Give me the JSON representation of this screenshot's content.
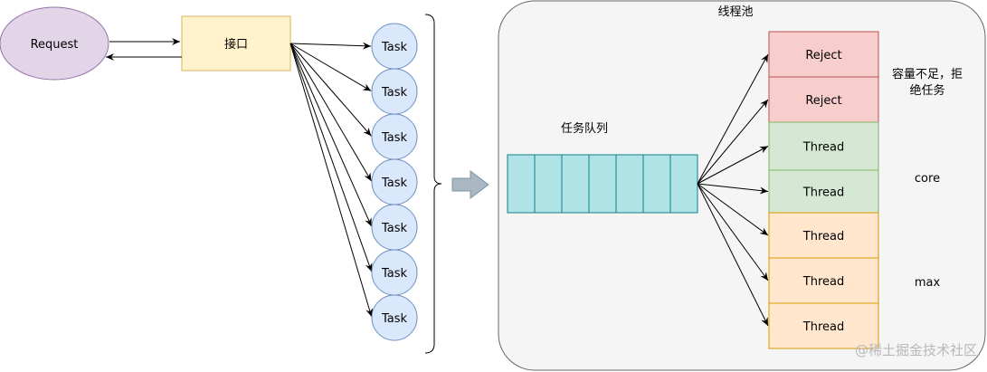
{
  "request": "Request",
  "interface": "接口",
  "tasks": [
    "Task",
    "Task",
    "Task",
    "Task",
    "Task",
    "Task",
    "Task"
  ],
  "pool_title": "线程池",
  "queue_title": "任务队列",
  "queue_cells": 7,
  "threads": [
    {
      "label": "Reject",
      "kind": "reject"
    },
    {
      "label": "Reject",
      "kind": "reject"
    },
    {
      "label": "Thread",
      "kind": "core"
    },
    {
      "label": "Thread",
      "kind": "core"
    },
    {
      "label": "Thread",
      "kind": "max"
    },
    {
      "label": "Thread",
      "kind": "max"
    },
    {
      "label": "Thread",
      "kind": "max"
    }
  ],
  "notes": {
    "reject_line1": "容量不足，拒",
    "reject_line2": "绝任务",
    "core": "core",
    "max": "max"
  },
  "watermark": "@稀土掘金技术社区",
  "colors": {
    "request_fill": "#e1d5e7",
    "request_stroke": "#9673a6",
    "interface_fill": "#fff2cc",
    "interface_stroke": "#d6b656",
    "task_fill": "#dae8fc",
    "task_stroke": "#6c8ebf",
    "queue_fill": "#b0e3e6",
    "queue_stroke": "#0e8088",
    "reject_fill": "#f8cecc",
    "reject_stroke": "#b85450",
    "core_fill": "#d5e8d4",
    "core_stroke": "#82b366",
    "max_fill": "#ffe6cc",
    "max_stroke": "#d79b00",
    "pool_fill": "#f5f5f5",
    "pool_stroke": "#666666"
  }
}
